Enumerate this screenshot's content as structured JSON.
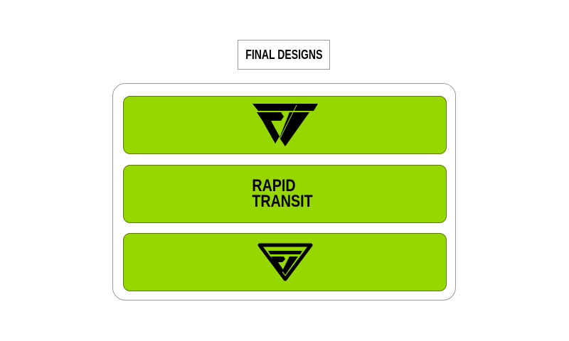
{
  "header": {
    "title": "FINAL DESIGNS"
  },
  "panels": [
    {
      "type": "logo-mark",
      "icon": "rt-triangle-logo-icon",
      "color": "#000000"
    },
    {
      "type": "wordmark",
      "lines": [
        "RAPID",
        "TRANSIT"
      ]
    },
    {
      "type": "logo-badge",
      "icon": "rt-triangle-outline-logo-icon",
      "color": "#000000"
    }
  ],
  "colors": {
    "panel_fill": "#97d700",
    "panel_border": "#5a7a00",
    "outer_border": "#9c9c9c",
    "text": "#000000"
  }
}
